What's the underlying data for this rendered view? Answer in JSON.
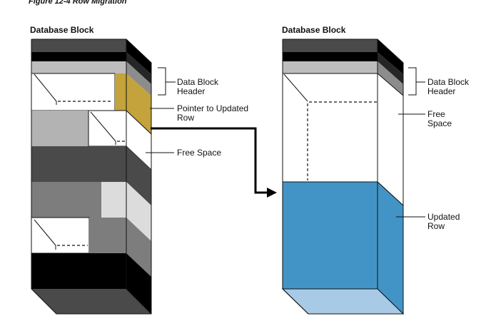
{
  "caption": "Figure 12-4 Row Migration",
  "left_block": {
    "title": "Database Block",
    "labels": {
      "data_block_header": [
        "Data Block",
        "Header"
      ],
      "pointer": [
        "Pointer to Updated",
        "Row"
      ],
      "free_space": [
        "Free Space"
      ]
    }
  },
  "right_block": {
    "title": "Database Block",
    "labels": {
      "data_block_header": [
        "Data Block",
        "Header"
      ],
      "free_space": [
        "Free",
        "Space"
      ],
      "updated_row": [
        "Updated",
        "Row"
      ]
    }
  },
  "colors": {
    "pointer_gold": "#c4a23c",
    "updated_row_blue": "#4294c7",
    "updated_row_bottom": "#a9cae6",
    "dark_gray": "#4a4a4a",
    "light_gray": "#bdbdbd",
    "black": "#000000"
  }
}
